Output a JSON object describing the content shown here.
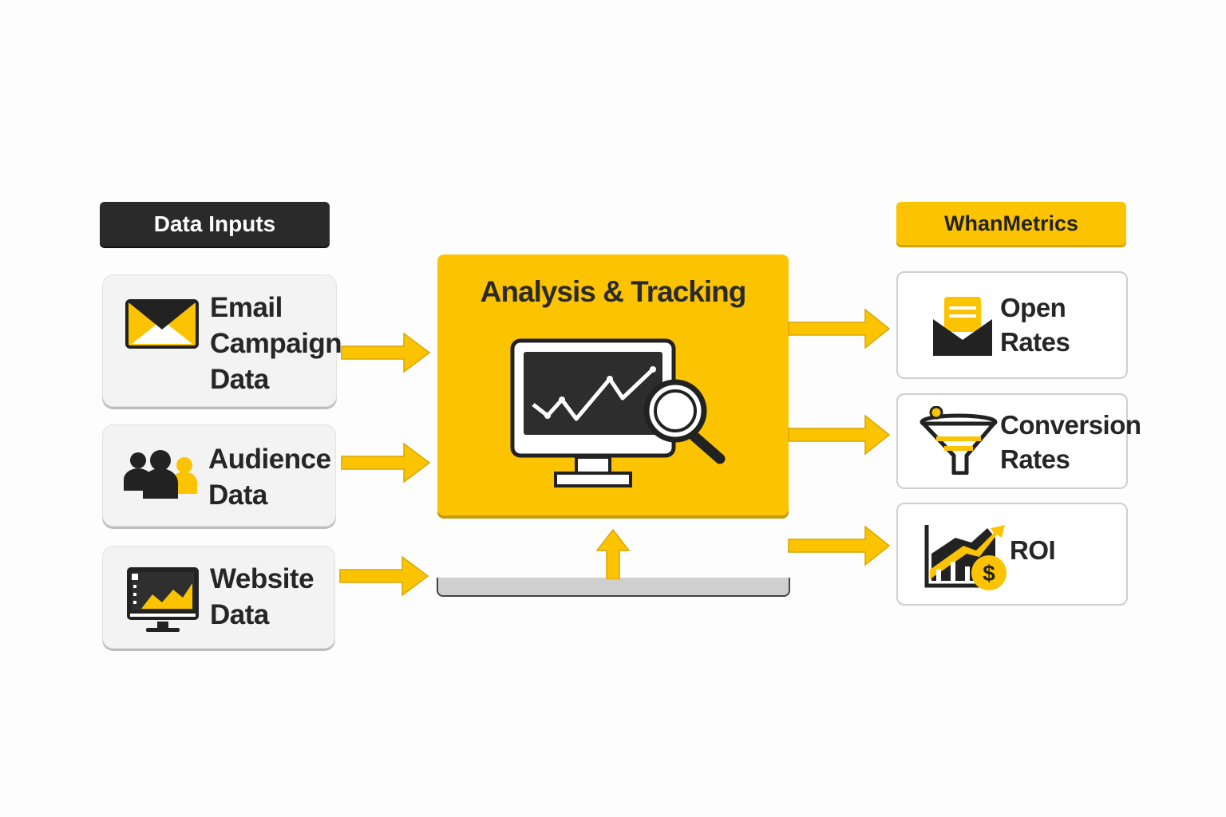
{
  "inputs": {
    "header": "Data Inputs",
    "items": [
      {
        "line1": "Email",
        "line2": "Campaign",
        "line3": "Data",
        "icon": "envelope-icon"
      },
      {
        "line1": "Audience",
        "line2": "Data",
        "icon": "users-icon"
      },
      {
        "line1": "Website",
        "line2": "Data",
        "icon": "monitor-chart-icon"
      }
    ]
  },
  "center": {
    "title": "Analysis & Tracking",
    "icon": "monitor-magnifier-icon"
  },
  "outputs": {
    "header": "WhanMetrics",
    "items": [
      {
        "line1": "Open",
        "line2": "Rates",
        "icon": "open-envelope-icon"
      },
      {
        "line1": "Conversion",
        "line2": "Rates",
        "icon": "funnel-icon"
      },
      {
        "line1": "ROI",
        "icon": "growth-dollar-icon"
      }
    ]
  },
  "colors": {
    "yellow": "#fcc400",
    "dark": "#2a2a2a",
    "card": "#f3f3f3"
  }
}
